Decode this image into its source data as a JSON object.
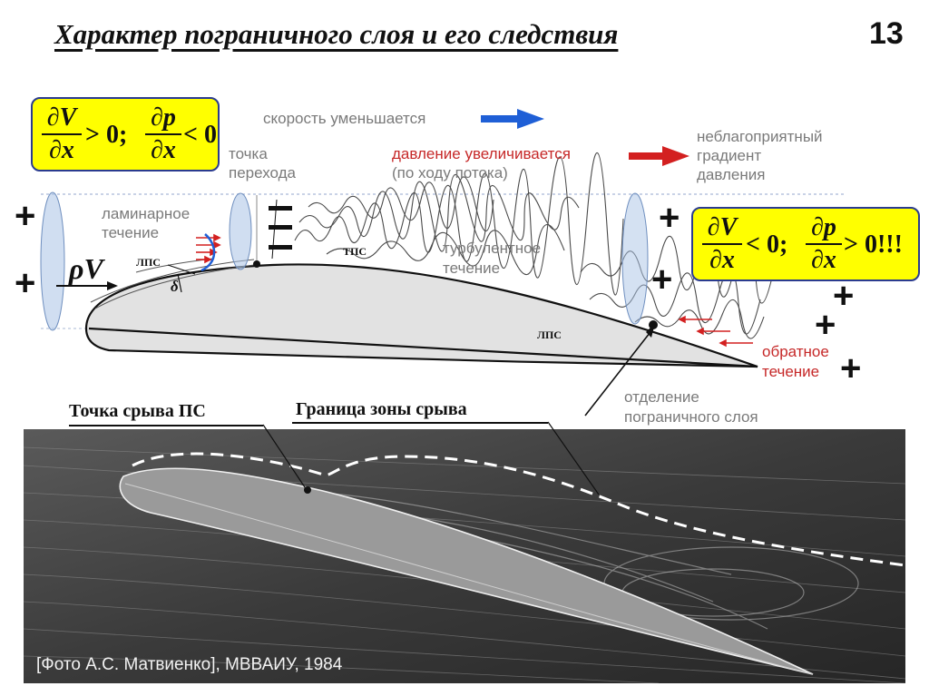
{
  "title": "Характер пограничного слоя  и его следствия",
  "slide_number": "13",
  "formula_left": {
    "num1": "∂V",
    "den1": "∂x",
    "rel1": "> 0;",
    "num2": "∂p",
    "den2": "∂x",
    "rel2": "< 0"
  },
  "formula_right": {
    "num1": "∂V",
    "den1": "∂x",
    "rel1": "< 0;",
    "num2": "∂p",
    "den2": "∂x",
    "rel2": "> 0!!!"
  },
  "labels": {
    "speed_decreases": "скорость уменьшается",
    "pressure_increases_1": "давление увеличивается",
    "pressure_increases_2": "(по ходу потока)",
    "adverse_1": "неблагоприятный",
    "adverse_2": "градиент",
    "adverse_3": "давления",
    "transition_1": "точка",
    "transition_2": "перехода",
    "laminar_1": "ламинарное",
    "laminar_2": "течение",
    "turbulent_1": "турбулентное",
    "turbulent_2": "течение",
    "lps_1": "ЛПС",
    "tps": "ТПС",
    "lps_2": "ЛПС",
    "delta": "δ",
    "rho_v": "ρV",
    "reverse_1": "обратное",
    "reverse_2": "течение",
    "separation_1": "отделение",
    "separation_2": "пограничного слоя",
    "separation_point": "Точка срыва ПС",
    "separation_boundary": "Граница зоны срыва"
  },
  "colors": {
    "formula_bg": "#ffff00",
    "formula_border": "#2a3b8f",
    "blue_arrow": "#1f5fd6",
    "red_arrow": "#d32020",
    "ellipse": "#a9c3e6"
  },
  "photo_caption": "[Фото  А.С. Матвиенко], МВВАИУ, 1984"
}
